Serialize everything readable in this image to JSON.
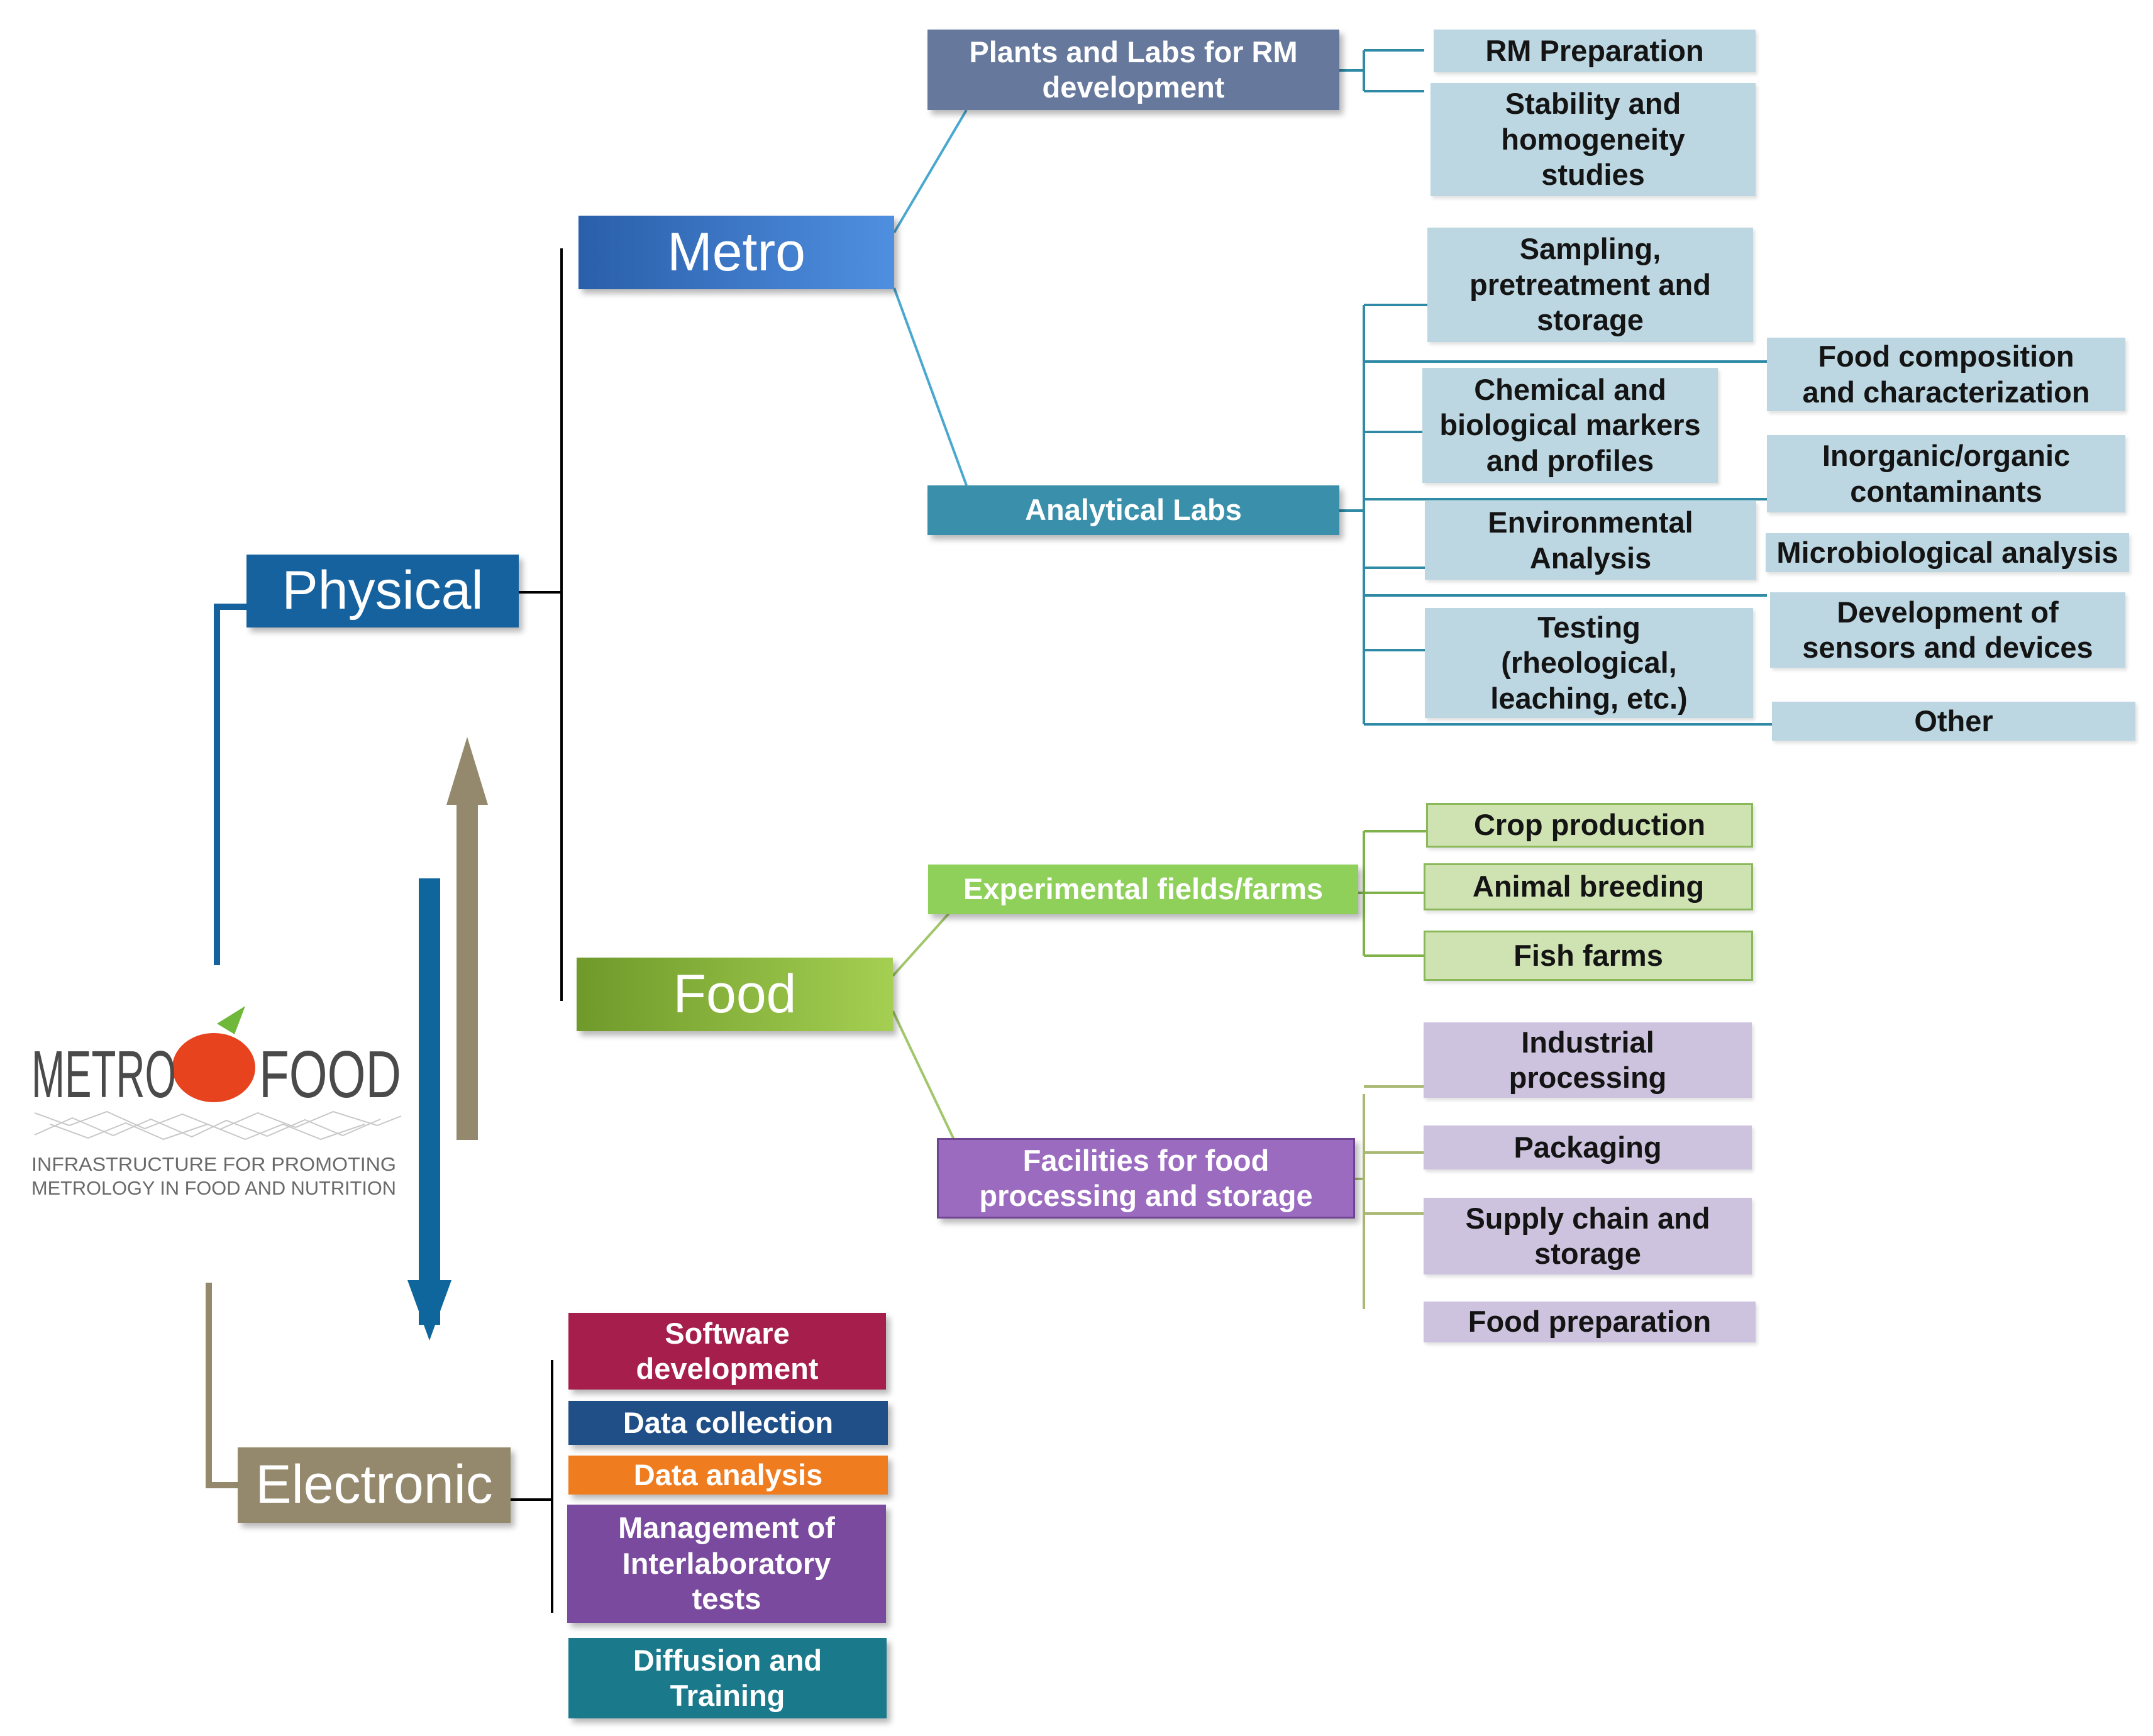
{
  "colors": {
    "physical": "#16629e",
    "electronic": "#94896c",
    "metro": "#3b78c9",
    "food": "#8cbf44",
    "analytical_labs": "#3a8faa",
    "plants_labs": "#66789c",
    "experimental_fields": "#8ed05a",
    "facilities": "#9b6bc0",
    "leaf_blue": "#bcd7e2",
    "leaf_green": "#cfe3b2",
    "leaf_purple": "#cdc3de",
    "software": "#a51e4c",
    "data_collection": "#1f4f86",
    "data_analysis": "#ef7d20",
    "management": "#7a4a9e",
    "diffusion": "#1a7a8c"
  },
  "logo": {
    "left_word": "METRO",
    "right_word": "FOOD",
    "tagline_1": "INFRASTRUCTURE FOR PROMOTING",
    "tagline_2": "METROLOGY IN FOOD AND NUTRITION"
  },
  "nodes": {
    "physical": "Physical",
    "electronic": "Electronic",
    "metro": "Metro",
    "food": "Food",
    "plants_labs": "Plants and Labs for RM\ndevelopment",
    "analytical_labs": "Analytical Labs",
    "experimental_fields": "Experimental  fields/farms",
    "facilities": "Facilities for  food\nprocessing  and storage",
    "rm_preparation": "RM Preparation",
    "stability": "Stability and\nhomogeneity\nstudies",
    "sampling": "Sampling,\npretreatment  and\nstorage",
    "chemical_markers": "Chemical and\nbiological  markers\nand profiles",
    "environmental": "Environmental\nAnalysis",
    "testing": "Testing\n(rheological,\nleaching, etc.)",
    "food_composition": "Food composition\nand  characterization",
    "contaminants": "Inorganic/organic\ncontaminants",
    "microbiological": "Microbiological analysis",
    "sensors": "Development of\nsensors    and devices",
    "other": "Other",
    "crop": "Crop  production",
    "animal": "Animal breeding",
    "fish": "Fish farms",
    "industrial": "Industrial\nprocessing",
    "packaging": "Packaging",
    "supply_chain": "Supply chain  and\nstorage",
    "food_preparation": "Food  preparation",
    "software": "Software\ndevelopment",
    "data_collection": "Data  collection",
    "data_analysis": "Data  analysis",
    "management": "Management of\nInterlaboratory\ntests",
    "diffusion": "Diffusion  and\nTraining"
  }
}
